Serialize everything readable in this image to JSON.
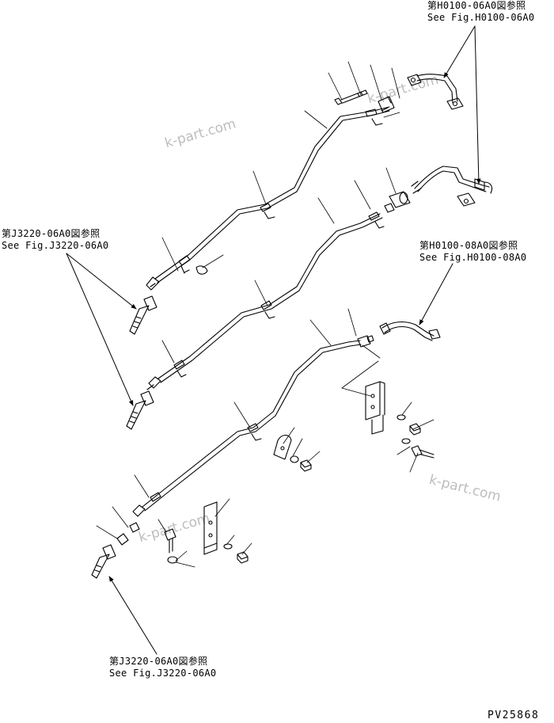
{
  "references": [
    {
      "line1": "第H0100-06A0図参照",
      "line2": "See Fig.H0100-06A0"
    },
    {
      "line1": "第J3220-06A0図参照",
      "line2": "See Fig.J3220-06A0"
    },
    {
      "line1": "第H0100-08A0図参照",
      "line2": "See Fig.H0100-08A0"
    },
    {
      "line1": "第J3220-06A0図参照",
      "line2": "See Fig.J3220-06A0"
    }
  ],
  "watermark": "k-part.com",
  "document_number": "PV25868",
  "colors": {
    "line": "#000000",
    "watermark": "#bdbdbd",
    "background": "#ffffff"
  }
}
